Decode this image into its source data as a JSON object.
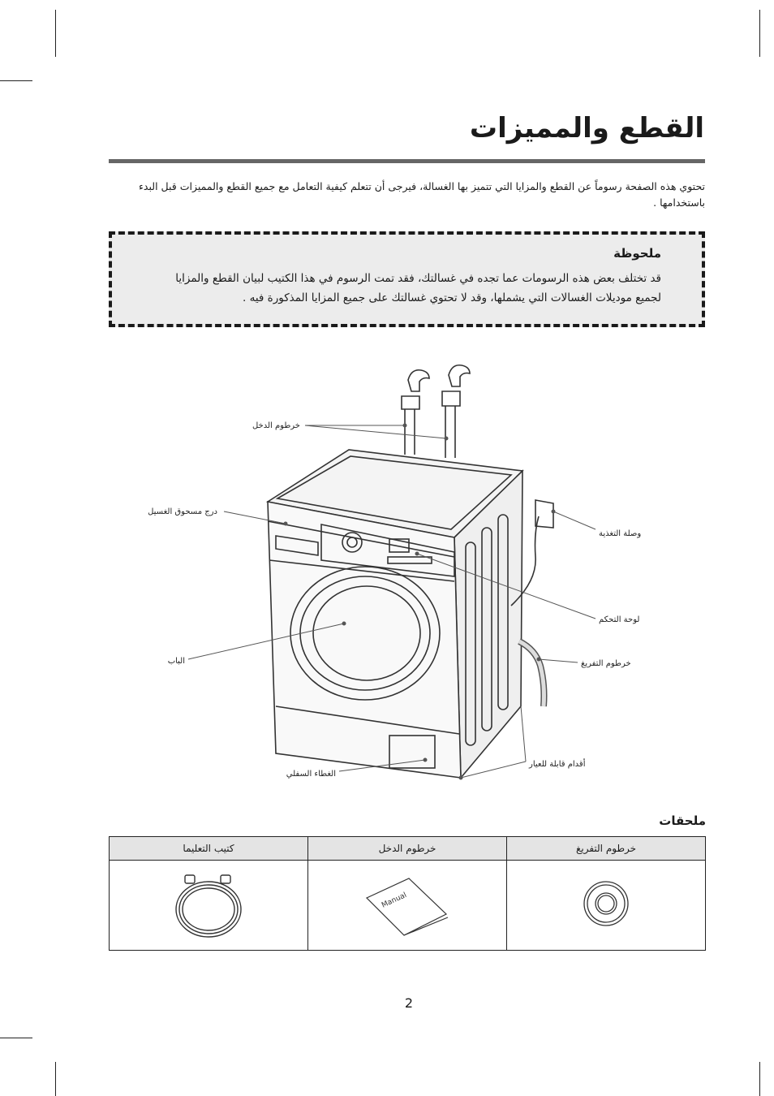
{
  "page_title": "القطع والمميزات",
  "intro_text": "تحتوي هذه الصفحة رسوماً عن القطع والمزايا التي تتميز بها الغسالة، فيرجى أن تتعلم كيفية التعامل مع جميع القطع والمميزات قبل البدء باستخدامها .",
  "note": {
    "heading": "ملحوظة",
    "text": "قد تختلف بعض هذه الرسومات عما تجده في غسالتك، فقد تمت الرسوم في هذا الكتيب لبيان القطع والمزايا لجميع موديلات الغسالات التي يشملها، وقد لا تحتوي غسالتك على جميع المزايا المذكورة فيه ."
  },
  "diagram_labels": {
    "inlet_hose": "خرطوم الدخل",
    "detergent_drawer": "درج مسحوق الغسيل",
    "power_plug": "وصلة التغذية",
    "control_panel": "لوحة التحكم",
    "door": "الباب",
    "drain_hose": "خرطوم التفريغ",
    "adjustable_feet": "أقدام قابلة للعيار",
    "bottom_cover": "الغطاء السفلي"
  },
  "accessories": {
    "heading": "ملحقات",
    "columns": [
      "كتيب التعليما",
      "خرطوم الدخل",
      "خرطوم التفريغ"
    ],
    "manual_cover_text": "Manual"
  },
  "page_number": "2"
}
